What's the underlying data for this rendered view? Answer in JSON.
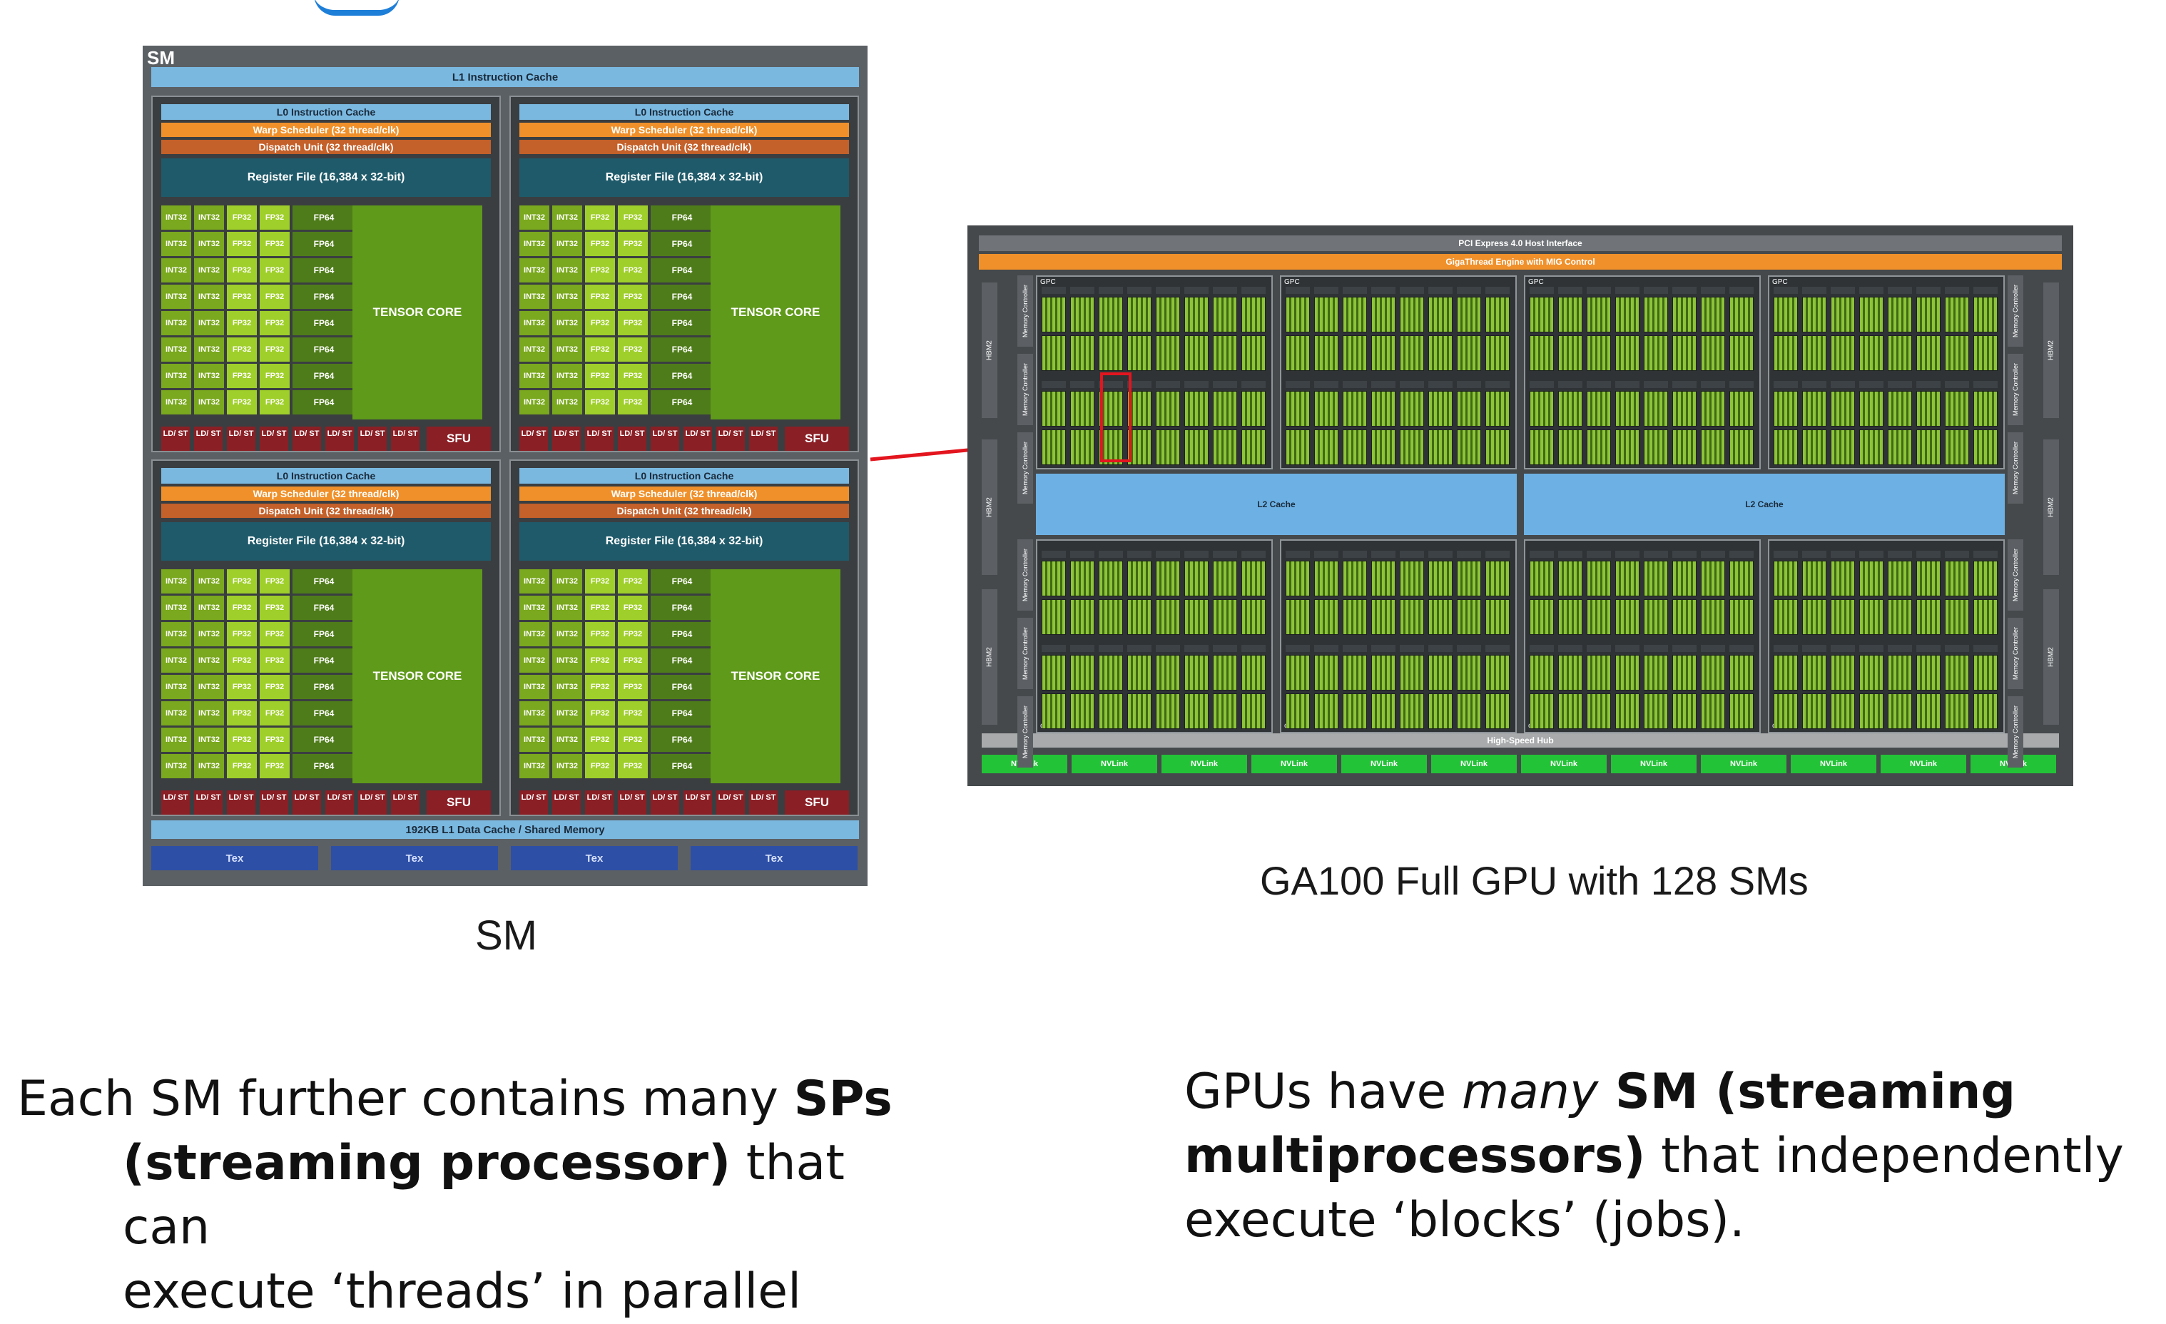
{
  "sm_diagram": {
    "label": "SM",
    "l1_instruction_cache": "L1 Instruction Cache",
    "quadrant": {
      "l0_instruction_cache": "L0 Instruction Cache",
      "warp_scheduler": "Warp Scheduler (32 thread/clk)",
      "dispatch_unit": "Dispatch Unit (32 thread/clk)",
      "register_file": "Register File (16,384 x 32-bit)",
      "int_label": "INT32",
      "fp32_label": "FP32",
      "fp64_label": "FP64",
      "tensor_core": "TENSOR CORE",
      "ldst_label": "LD/ ST",
      "sfu": "SFU"
    },
    "l1_data_cache": "192KB L1 Data Cache / Shared Memory",
    "tex": [
      "Tex",
      "Tex",
      "Tex",
      "Tex"
    ],
    "caption": "SM"
  },
  "gpu_diagram": {
    "pci": "PCI Express 4.0 Host Interface",
    "gigathread": "GigaThread Engine with MIG Control",
    "gpc_label": "GPC",
    "l2_cache": [
      "L2 Cache",
      "L2 Cache"
    ],
    "high_speed_hub": "High-Speed Hub",
    "nvlink": [
      "NVLink",
      "NVLink",
      "NVLink",
      "NVLink",
      "NVLink",
      "NVLink",
      "NVLink",
      "NVLink",
      "NVLink",
      "NVLink",
      "NVLink",
      "NVLink"
    ],
    "memory_controller": "Memory Controller",
    "hbm": "HBM2",
    "caption": "GA100 Full GPU with 128 SMs"
  },
  "text": {
    "left_line1_pre": "Each SM further contains many ",
    "left_line1_bold": "SPs",
    "left_line2_bold": "(streaming processor)",
    "left_line2_post": " that can",
    "left_line3": "execute ‘threads’ in parallel",
    "right_line1_pre": "GPUs have ",
    "right_line1_italic": "many",
    "right_line1_bold": " SM (streaming",
    "right_line2_bold": "multiprocessors)",
    "right_line2_post": " that independently",
    "right_line3": "execute ‘blocks’ (jobs)."
  },
  "colors": {
    "cache_blue": "#7ab8e0",
    "warp_orange": "#f0902a",
    "register_teal": "#1f5a6a",
    "tensor_green": "#5f9a1a",
    "sfu_red": "#8a1f25",
    "nvlink_green": "#22c336",
    "highlight_red": "#e3151e"
  }
}
